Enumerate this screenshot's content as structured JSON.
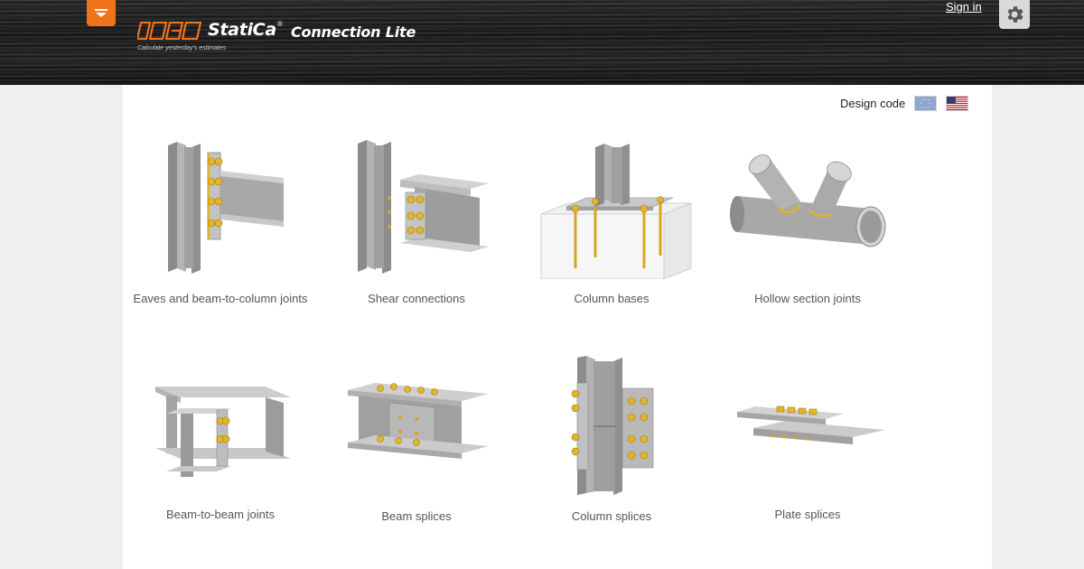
{
  "header": {
    "menu_icon": "chevron-down-icon",
    "logo_mark": "IDEA",
    "logo_name": "StatiCa",
    "logo_reg": "®",
    "product": "Connection Lite",
    "tagline": "Calculate yesterday's estimates",
    "sign_in": "Sign in",
    "settings_icon": "gear-icon",
    "accent_color": "#f0721b"
  },
  "design_code": {
    "label": "Design code",
    "flags": [
      "eu-flag-icon",
      "us-flag-icon"
    ]
  },
  "categories": [
    {
      "label": "Eaves and beam-to-column joints",
      "icon": "eaves-joint-icon"
    },
    {
      "label": "Shear connections",
      "icon": "shear-connection-icon"
    },
    {
      "label": "Column bases",
      "icon": "column-base-icon"
    },
    {
      "label": "Hollow section joints",
      "icon": "hollow-section-icon"
    },
    {
      "label": "Beam-to-beam joints",
      "icon": "beam-to-beam-icon"
    },
    {
      "label": "Beam splices",
      "icon": "beam-splice-icon"
    },
    {
      "label": "Column splices",
      "icon": "column-splice-icon"
    },
    {
      "label": "Plate splices",
      "icon": "plate-splice-icon"
    }
  ]
}
